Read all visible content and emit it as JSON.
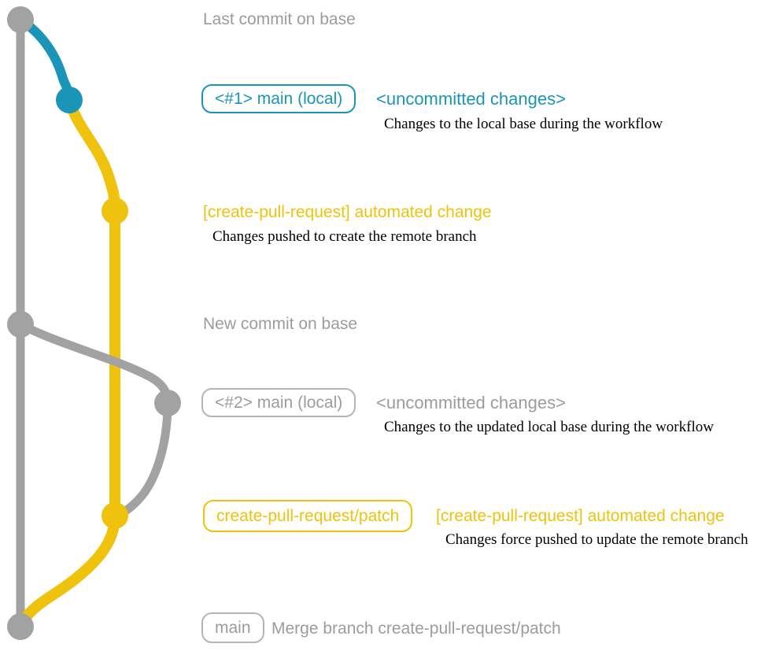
{
  "colors": {
    "gray": "#a2a2a2",
    "gray_text": "#9c9c9c",
    "gray_border": "#b5b5b5",
    "blue": "#1b95b7",
    "yellow": "#eec20d",
    "desc": "#000000"
  },
  "rows": {
    "last_commit": {
      "label": "Last commit on base"
    },
    "local1": {
      "badge": "<#1> main (local)",
      "note": "<uncommitted changes>",
      "description": "Changes to the local base during the workflow"
    },
    "push1": {
      "label": "[create-pull-request] automated change",
      "description": "Changes pushed to create the remote branch"
    },
    "new_commit": {
      "label": "New commit on base"
    },
    "local2": {
      "badge": "<#2> main (local)",
      "note": "<uncommitted changes>",
      "description": "Changes to the updated local base during the workflow"
    },
    "push2": {
      "badge": "create-pull-request/patch",
      "label": "[create-pull-request] automated change",
      "description": "Changes force pushed to update the remote branch"
    },
    "merge": {
      "badge": "main",
      "label": "Merge branch create-pull-request/patch"
    }
  }
}
